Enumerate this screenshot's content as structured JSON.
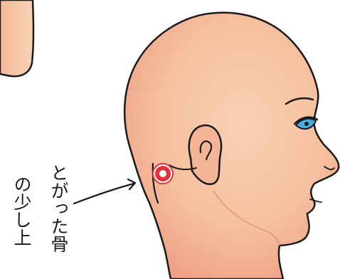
{
  "illustration": {
    "subject": "head-profile",
    "marker_icon": "acupoint-marker-icon",
    "skin_color": "#f6c6a4",
    "skin_shadow_color": "#ee9f86",
    "outline_color": "#1a1a1a",
    "marker_color": "#e8303a",
    "eye_color": "#44aee0"
  },
  "caption": {
    "column_1": "とがった骨",
    "column_2": "の少し上"
  }
}
